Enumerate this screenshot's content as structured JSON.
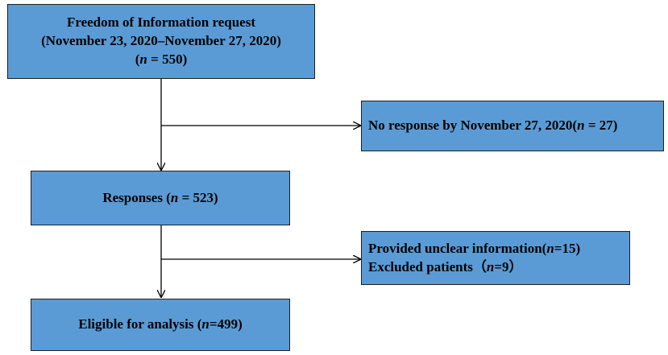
{
  "flow": {
    "request": {
      "line1": "Freedom of Information request",
      "line2": "(November 23, 2020–November 27,  2020)",
      "n_open": "(",
      "n_var": "n",
      "n_rest": " = 550)"
    },
    "no_response": {
      "text": "No response by November 27,  2020(",
      "n_var": "n",
      "n_rest": " = 27)"
    },
    "responses": {
      "text": "Responses (",
      "n_var": "n",
      "n_rest": " = 523)"
    },
    "excluded": {
      "line1_text": "Provided unclear information(",
      "line1_var": "n",
      "line1_rest": "=15)",
      "line2_text": "Excluded patients（",
      "line2_var": "n",
      "line2_rest": "=9）"
    },
    "eligible": {
      "text": "Eligible for analysis (",
      "n_var": "n",
      "n_rest": "=499)"
    }
  },
  "colors": {
    "box_fill": "#5b9bd5",
    "box_border": "#1f1f1f",
    "arrow": "#000000"
  }
}
